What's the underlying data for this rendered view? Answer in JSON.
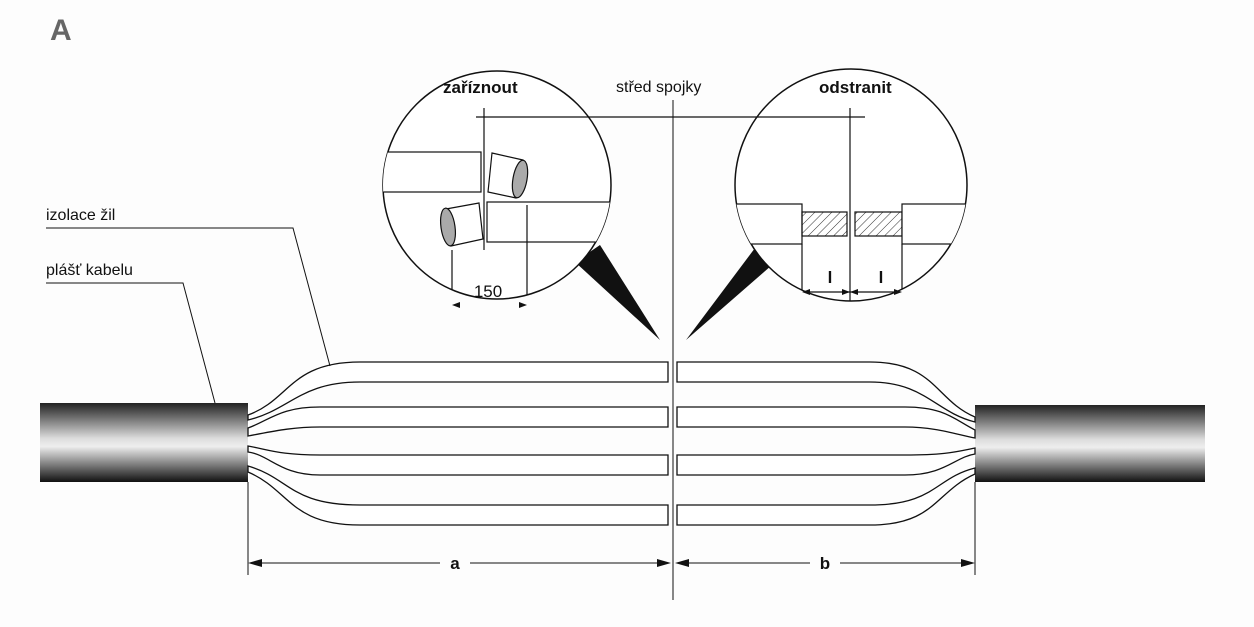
{
  "figure_letter": "A",
  "labels": {
    "cut": "zaříznout",
    "center": "střed spojky",
    "remove": "odstranit",
    "core_insulation": "izolace žil",
    "cable_sheath": "plášť kabelu",
    "cut_dim": "150",
    "strip_dim_left": "l",
    "strip_dim_right": "l",
    "dim_a": "a",
    "dim_b": "b"
  },
  "colors": {
    "line": "#111111",
    "letter": "#666666"
  }
}
